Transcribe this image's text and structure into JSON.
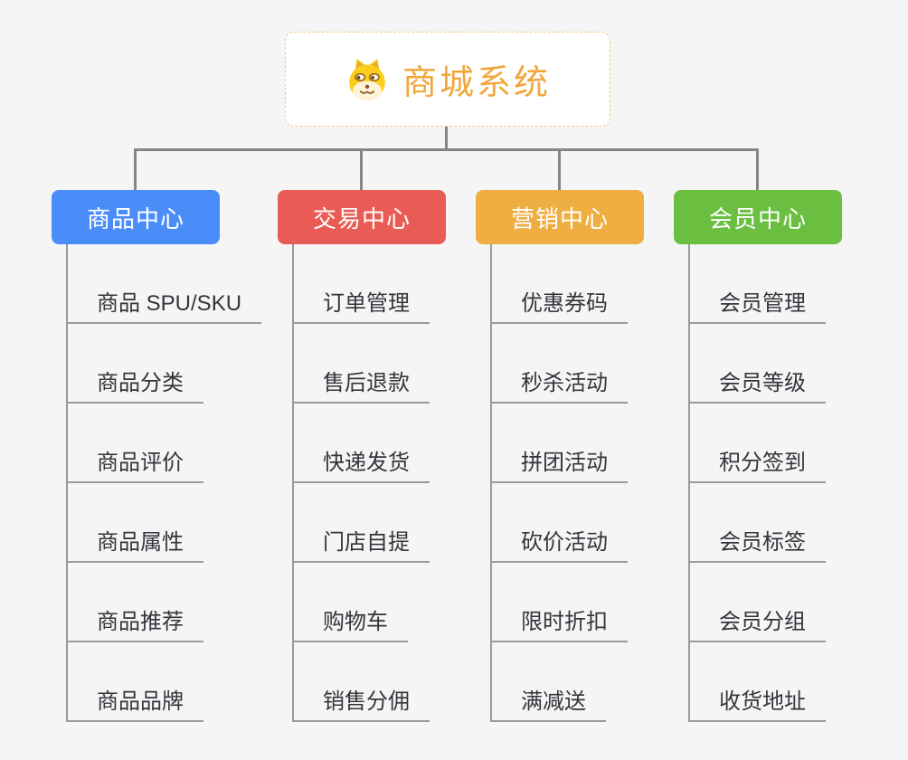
{
  "background": "#f5f5f5",
  "connector_color": "#858585",
  "root": {
    "title": "商城系统",
    "icon": "doge-icon",
    "accent": "#f0a73b",
    "border_color": "#f3c878"
  },
  "branches": [
    {
      "label": "商品中心",
      "color": "#4b8df8",
      "items": [
        "商品 SPU/SKU",
        "商品分类",
        "商品评价",
        "商品属性",
        "商品推荐",
        "商品品牌"
      ]
    },
    {
      "label": "交易中心",
      "color": "#e95b55",
      "items": [
        "订单管理",
        "售后退款",
        "快递发货",
        "门店自提",
        "购物车",
        "销售分佣"
      ]
    },
    {
      "label": "营销中心",
      "color": "#efae42",
      "items": [
        "优惠券码",
        "秒杀活动",
        "拼团活动",
        "砍价活动",
        "限时折扣",
        "满减送"
      ]
    },
    {
      "label": "会员中心",
      "color": "#6abf40",
      "items": [
        "会员管理",
        "会员等级",
        "积分签到",
        "会员标签",
        "会员分组",
        "收货地址"
      ]
    }
  ]
}
